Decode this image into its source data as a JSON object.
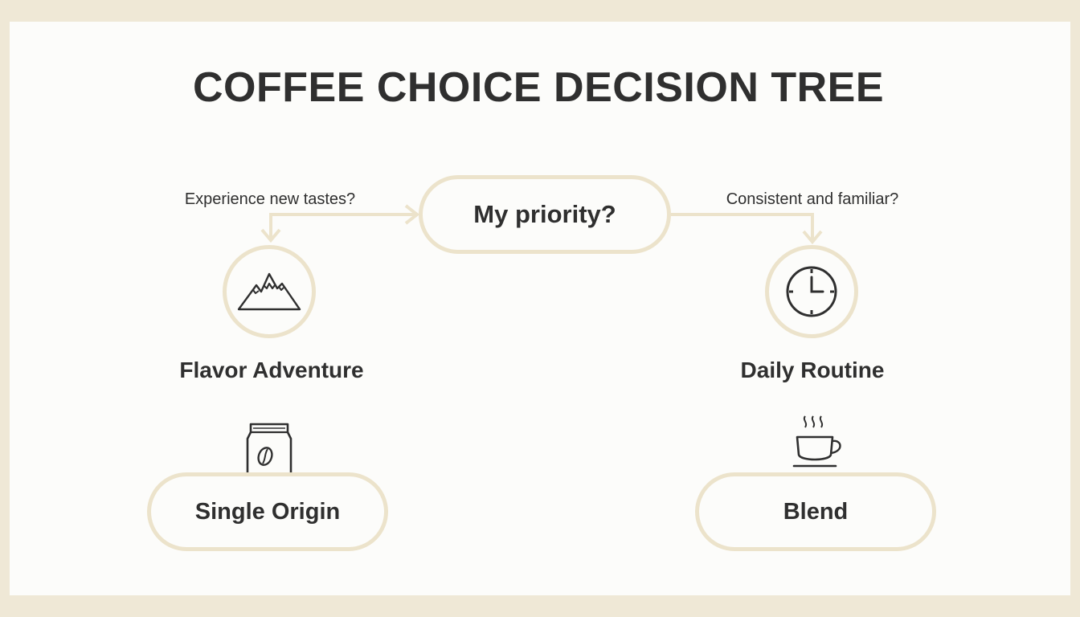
{
  "title": "COFFEE CHOICE DECISION TREE",
  "root": {
    "label": "My priority?"
  },
  "edges": {
    "left": "Experience new tastes?",
    "right": "Consistent and familiar?"
  },
  "branches": [
    {
      "label": "Flavor Adventure",
      "icon": "mountain-icon",
      "result": "Single Origin",
      "result_icon": "coffee-bag-icon"
    },
    {
      "label": "Daily Routine",
      "icon": "clock-icon",
      "result": "Blend",
      "result_icon": "coffee-cup-icon"
    }
  ],
  "colors": {
    "background_frame": "#efe8d6",
    "canvas": "#fcfcfa",
    "outline": "#ece3cb",
    "text": "#2f2f2f"
  }
}
